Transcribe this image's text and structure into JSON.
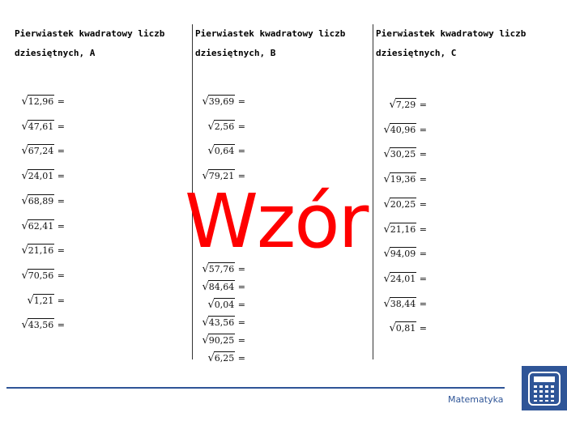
{
  "columns": [
    {
      "title_line1": "Pierwiastek kwadratowy liczb",
      "title_line2": "dziesiętnych, A",
      "items": [
        "12,96",
        "47,61",
        "67,24",
        "24,01",
        "68,89",
        "62,41",
        "21,16",
        "70,56",
        "1,21",
        "43,56"
      ]
    },
    {
      "title_line1": "Pierwiastek kwadratowy liczb",
      "title_line2": "dziesiętnych, B",
      "items": [
        "39,69",
        "2,56",
        "0,64",
        "79,21",
        "57,76",
        "84,64",
        "0,04",
        "43,56",
        "90,25",
        "6,25"
      ]
    },
    {
      "title_line1": "Pierwiastek kwadratowy liczb",
      "title_line2": "dziesiętnych, C",
      "items": [
        "7,29",
        "40,96",
        "30,25",
        "19,36",
        "20,25",
        "21,16",
        "94,09",
        "24,01",
        "38,44",
        "0,81"
      ]
    }
  ],
  "watermark": "Wzór",
  "footer": {
    "subject": "Matematyka",
    "icon": "calculator-icon",
    "accent": "#2f5597"
  }
}
